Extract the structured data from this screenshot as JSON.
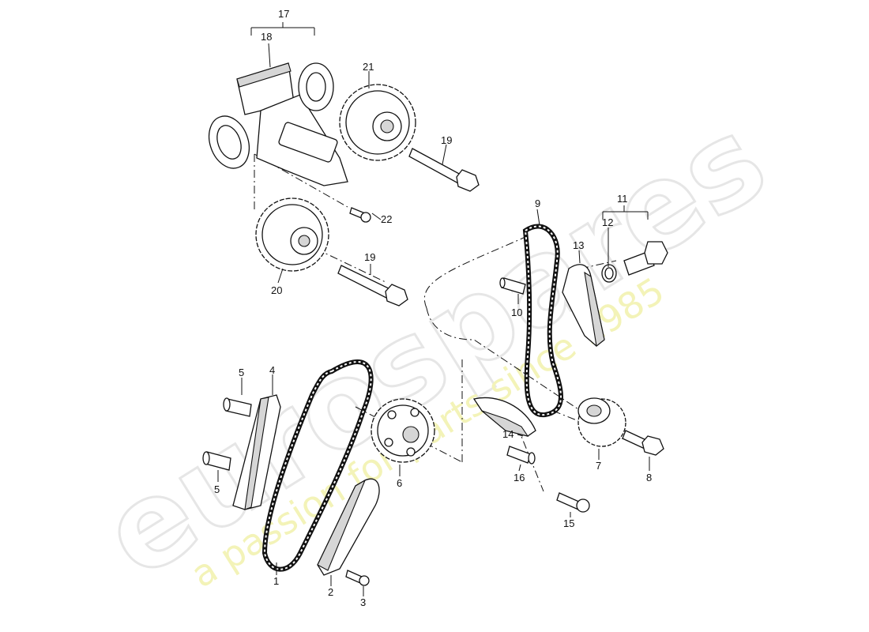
{
  "watermark": {
    "brand": "eurospares",
    "tagline": "a passion for parts since 1985"
  },
  "callouts": {
    "c1": "1",
    "c2": "2",
    "c3": "3",
    "c4": "4",
    "c5a": "5",
    "c5b": "5",
    "c6": "6",
    "c7": "7",
    "c8": "8",
    "c9": "9",
    "c10": "10",
    "c11": "11",
    "c12": "12",
    "c13": "13",
    "c14": "14",
    "c15": "15",
    "c16": "16",
    "c17": "17",
    "c18": "18",
    "c19a": "19",
    "c19b": "19",
    "c20": "20",
    "c21": "21",
    "c22": "22"
  },
  "colors": {
    "line": "#111111",
    "watermark_grey": "#e6e6e6",
    "watermark_yellow": "#f3f3b8"
  }
}
